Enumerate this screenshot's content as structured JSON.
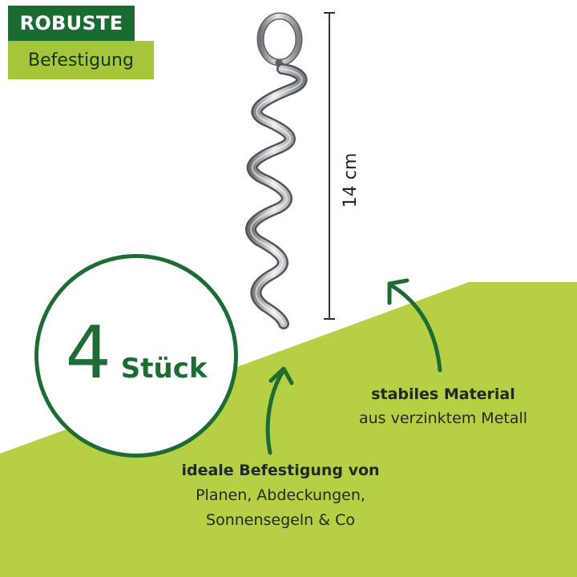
{
  "tags": {
    "primary": "ROBUSTE",
    "secondary": "Befestigung"
  },
  "badge": {
    "count": "4",
    "unit": "Stück"
  },
  "dimension": {
    "label": "14 cm"
  },
  "callouts": {
    "material": {
      "bold": "stabiles Material",
      "line1": "aus verzinktem Metall"
    },
    "use": {
      "bold": "ideale Befestigung von",
      "line1": "Planen, Abdeckungen,",
      "line2": "Sonnensegeln & Co"
    }
  },
  "colors": {
    "dark_green": "#1a6b32",
    "lime_green": "#a5c63b",
    "background_wedge": "#b5d045",
    "metal": "#a8acb0"
  },
  "icons": [
    "spiral-ground-anchor-image",
    "curved-arrow-icon",
    "dimension-line-icon"
  ]
}
